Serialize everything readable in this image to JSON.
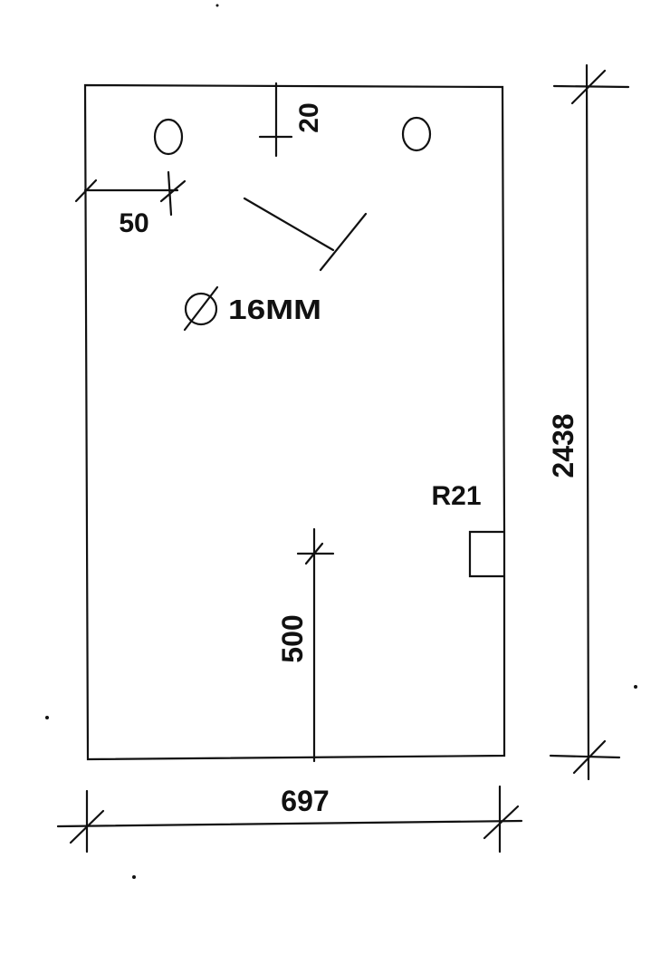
{
  "dimensions": {
    "hole_offset_top": "20",
    "hole_offset_side": "50",
    "hole_diameter": "16MM",
    "notch_radius": "R21",
    "notch_height": "500",
    "panel_width": "697",
    "panel_height": "2438"
  },
  "colors": {
    "ink": "#111111",
    "paper": "#ffffff"
  }
}
